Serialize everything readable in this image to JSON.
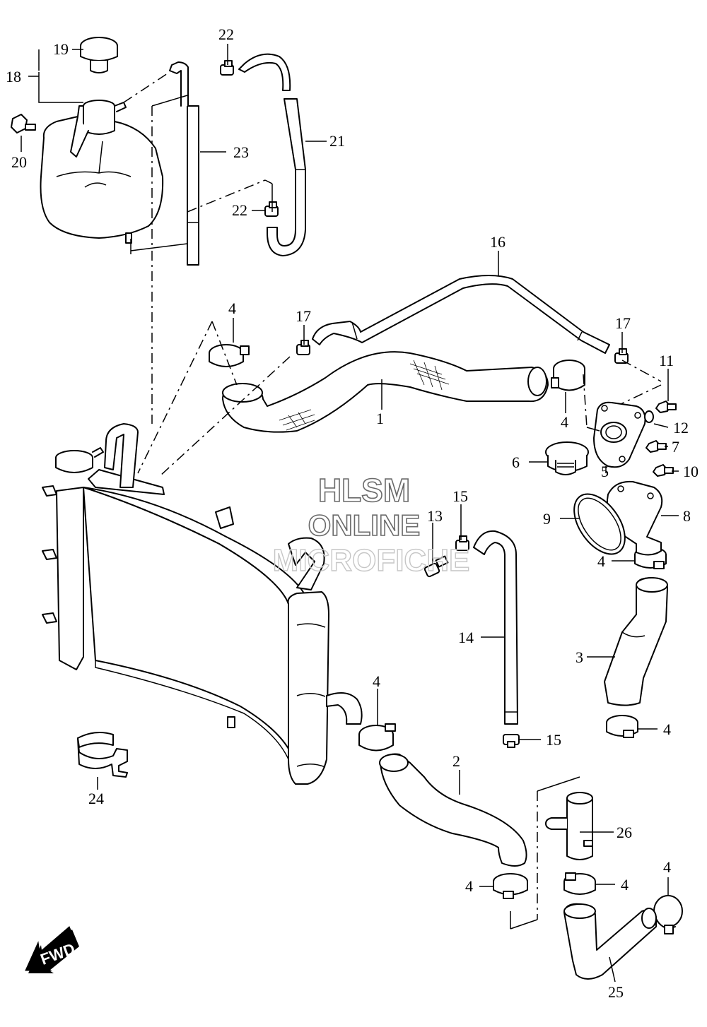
{
  "watermark": {
    "line1": "HLSM",
    "line2": "ONLINE",
    "line3": "MICROFICHE"
  },
  "direction_label": "FWD",
  "callouts": [
    {
      "id": "c1",
      "number": "1"
    },
    {
      "id": "c2",
      "number": "2"
    },
    {
      "id": "c3",
      "number": "3"
    },
    {
      "id": "c4a",
      "number": "4"
    },
    {
      "id": "c4b",
      "number": "4"
    },
    {
      "id": "c4c",
      "number": "4"
    },
    {
      "id": "c4d",
      "number": "4"
    },
    {
      "id": "c4e",
      "number": "4"
    },
    {
      "id": "c4f",
      "number": "4"
    },
    {
      "id": "c4g",
      "number": "4"
    },
    {
      "id": "c4h",
      "number": "4"
    },
    {
      "id": "c5",
      "number": "5"
    },
    {
      "id": "c6",
      "number": "6"
    },
    {
      "id": "c7",
      "number": "7"
    },
    {
      "id": "c8",
      "number": "8"
    },
    {
      "id": "c9",
      "number": "9"
    },
    {
      "id": "c10",
      "number": "10"
    },
    {
      "id": "c11",
      "number": "11"
    },
    {
      "id": "c12",
      "number": "12"
    },
    {
      "id": "c13",
      "number": "13"
    },
    {
      "id": "c14",
      "number": "14"
    },
    {
      "id": "c15a",
      "number": "15"
    },
    {
      "id": "c15b",
      "number": "15"
    },
    {
      "id": "c16",
      "number": "16"
    },
    {
      "id": "c17a",
      "number": "17"
    },
    {
      "id": "c17b",
      "number": "17"
    },
    {
      "id": "c18",
      "number": "18"
    },
    {
      "id": "c19",
      "number": "19"
    },
    {
      "id": "c20",
      "number": "20"
    },
    {
      "id": "c21",
      "number": "21"
    },
    {
      "id": "c22a",
      "number": "22"
    },
    {
      "id": "c22b",
      "number": "22"
    },
    {
      "id": "c23",
      "number": "23"
    },
    {
      "id": "c24",
      "number": "24"
    },
    {
      "id": "c25",
      "number": "25"
    },
    {
      "id": "c26",
      "number": "26"
    }
  ]
}
